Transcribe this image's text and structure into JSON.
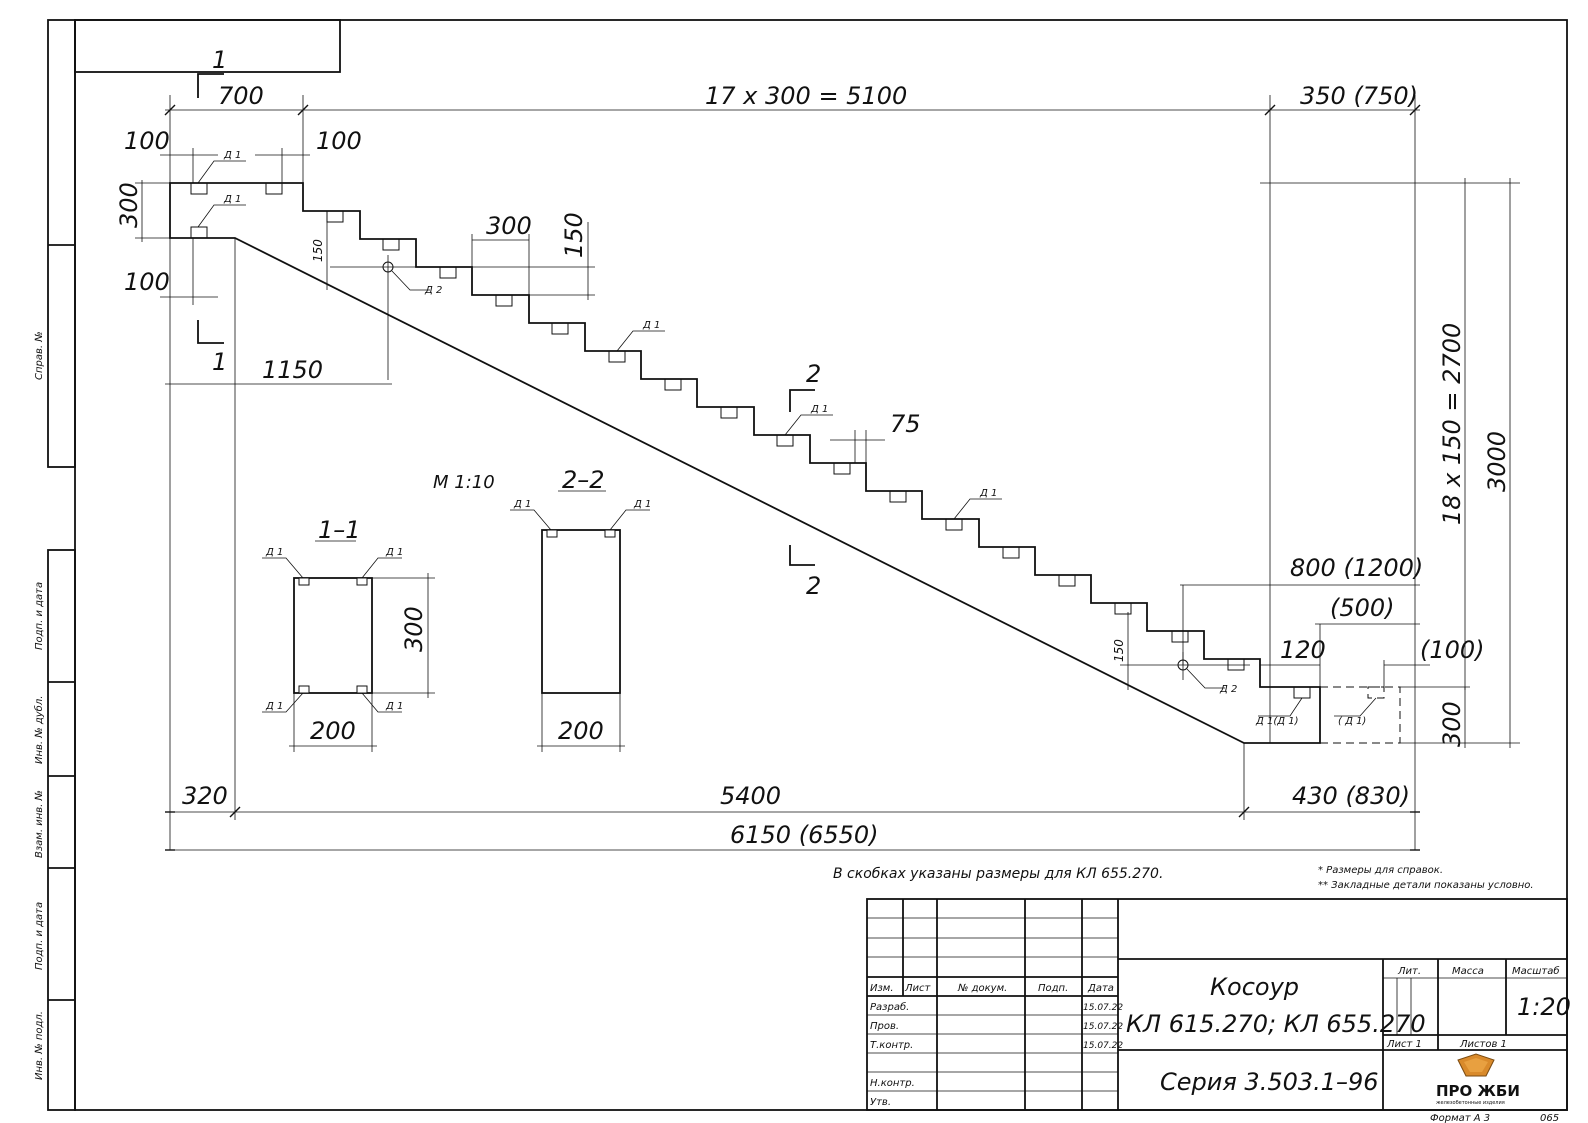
{
  "frame": {
    "side_labels": [
      "Справ. №",
      "Подп. и дата",
      "Инв. № дубл.",
      "Взам. инв. №",
      "Подп. и дата",
      "Инв. № подл."
    ]
  },
  "sections": {
    "s1_top": "1",
    "s1_bottom": "1",
    "s2_top": "2",
    "s2_bottom": "2"
  },
  "dims": {
    "d700": "700",
    "d17x300": "17 x 300 = 5100",
    "d350": "350 (750)",
    "d100a": "100",
    "d100b": "100",
    "d100c": "100",
    "d300left": "300",
    "d300step": "300",
    "d150step": "150",
    "d150a": "150",
    "d150b": "150",
    "d1150": "1150",
    "d75": "75",
    "d18x150": "18 x 150 = 2700",
    "d3000": "3000",
    "d800": "800 (1200)",
    "d500": "(500)",
    "d120": "120",
    "d100r": "(100)",
    "d300right": "300",
    "d320": "320",
    "d5400": "5400",
    "d430": "430 (830)",
    "d6150": "6150 (6550)"
  },
  "embeds": {
    "d1": "Д 1",
    "d2": "Д 2",
    "d1pair": "Д 1(Д 1)",
    "d1paren": "( Д 1)"
  },
  "sections_view": {
    "scale_label": "М 1:10",
    "sec1_title": "1–1",
    "sec2_title": "2–2",
    "sec1_h": "300",
    "sec1_w": "200",
    "sec2_w": "200"
  },
  "notes": {
    "brackets_note": "В скобках указаны размеры для КЛ 655.270.",
    "ref_note": "* Размеры для справок.",
    "embed_note": "** Закладные детали показаны условно."
  },
  "title_block": {
    "headers": {
      "izm": "Изм.",
      "list": "Лист",
      "ndoc": "№ докум.",
      "podp": "Подп.",
      "data": "Дата"
    },
    "rows": [
      {
        "role": "Разраб.",
        "date": "15.07.22"
      },
      {
        "role": "Пров.",
        "date": "15.07.22"
      },
      {
        "role": "Т.контр.",
        "date": "15.07.22"
      },
      {
        "role": "Н.контр.",
        "date": ""
      },
      {
        "role": "Утв.",
        "date": ""
      }
    ],
    "title_line1": "Косоур",
    "title_line2": "КЛ 615.270; КЛ 655.270",
    "series": "Серия  3.503.1–96",
    "lit": "Лит.",
    "mass": "Масса",
    "scale_head": "Масштаб",
    "scale": "1:20",
    "sheet": "Лист 1",
    "sheets": "Листов 1",
    "logo_text": "ПРО ЖБИ",
    "logo_sub": "железобетонные изделия",
    "format": "Формат А 3",
    "code": "065"
  }
}
